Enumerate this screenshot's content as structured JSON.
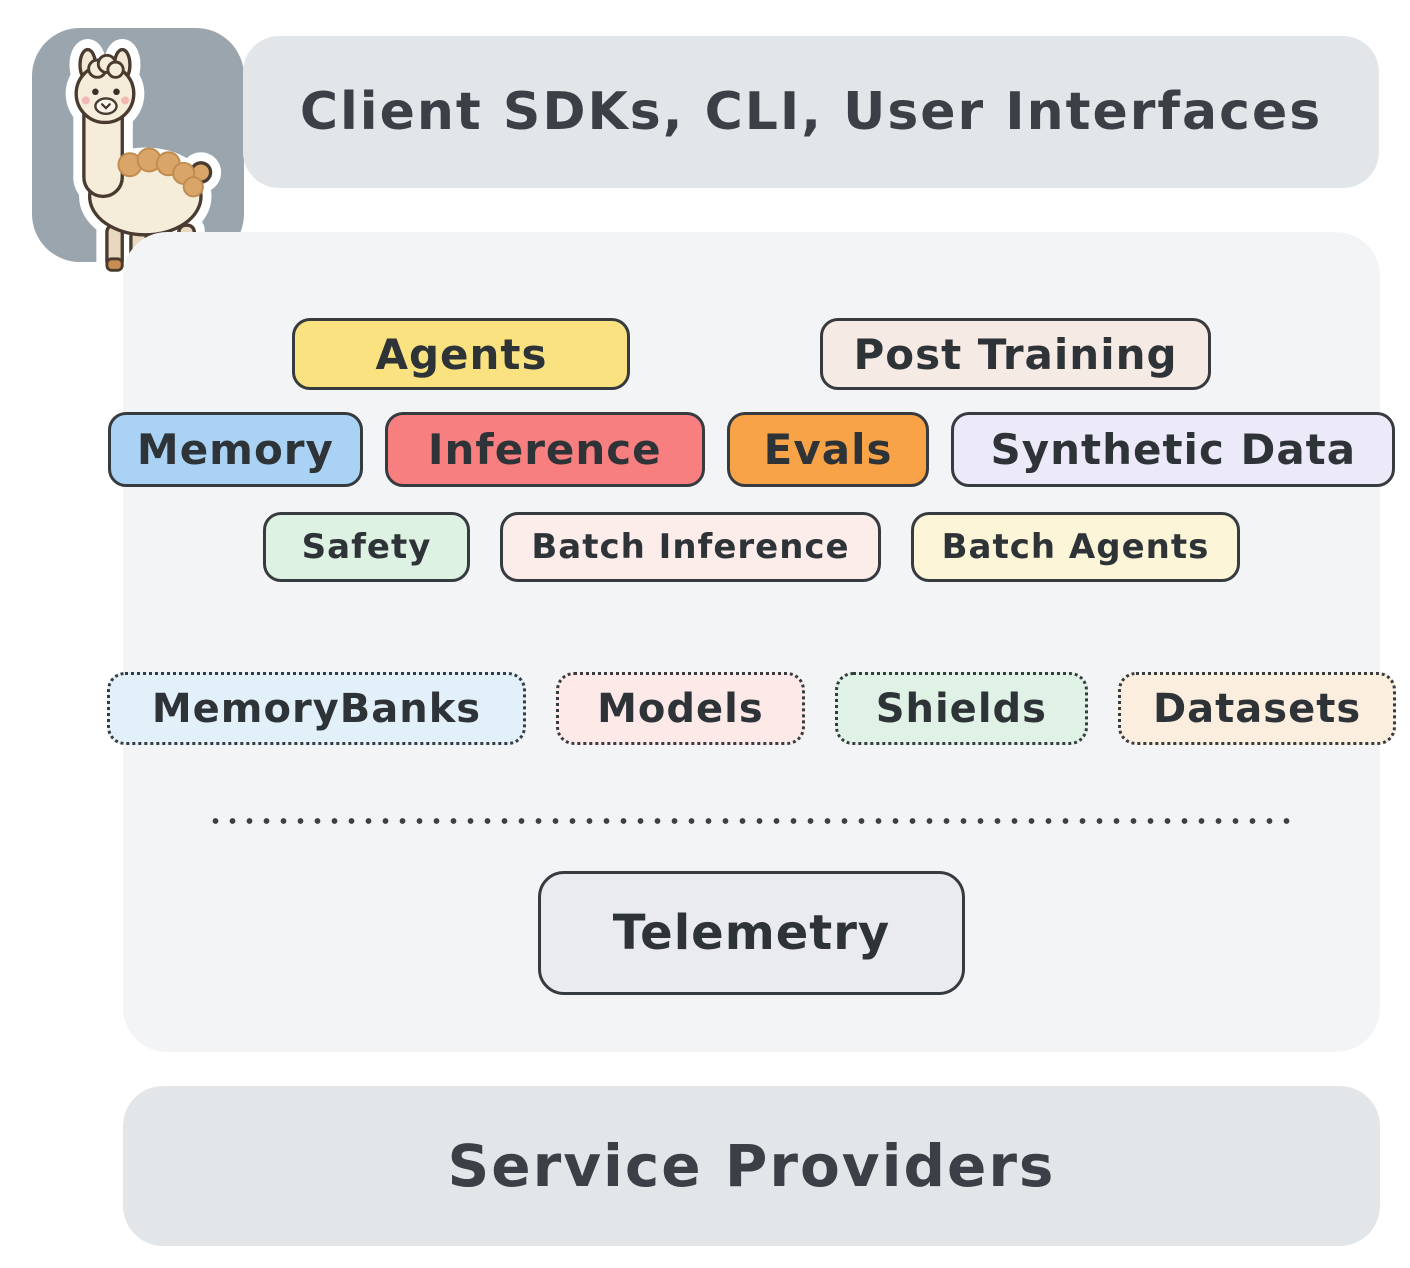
{
  "client_layer": {
    "title": "Client SDKs, CLI, User Interfaces"
  },
  "providers_layer": {
    "title": "Service Providers"
  },
  "api_rows": [
    {
      "items": [
        {
          "label": "Agents",
          "bg": "#F9E27F"
        },
        {
          "label": "Post Training",
          "bg": "#F6EAE4"
        }
      ]
    },
    {
      "items": [
        {
          "label": "Memory",
          "bg": "#A9D2F4"
        },
        {
          "label": "Inference",
          "bg": "#F77F7F"
        },
        {
          "label": "Evals",
          "bg": "#F8A347"
        },
        {
          "label": "Synthetic Data",
          "bg": "#ECEAF9"
        }
      ]
    },
    {
      "items": [
        {
          "label": "Safety",
          "bg": "#DDF2E3"
        },
        {
          "label": "Batch Inference",
          "bg": "#FCECEA"
        },
        {
          "label": "Batch Agents",
          "bg": "#FCF5D8"
        }
      ]
    }
  ],
  "resources": [
    {
      "label": "MemoryBanks",
      "bg": "#E2F0FA"
    },
    {
      "label": "Models",
      "bg": "#FCE9E8"
    },
    {
      "label": "Shields",
      "bg": "#DFF2E5"
    },
    {
      "label": "Datasets",
      "bg": "#FCEEDE"
    }
  ],
  "telemetry": {
    "label": "Telemetry",
    "bg": "#E9EBEE"
  },
  "logo": {
    "name": "llama-mascot"
  },
  "colors": {
    "layer_bg": "#E3E6E9",
    "panel_bg": "#F3F4F6",
    "border": "#363B40",
    "text": "#2E3338",
    "logo_tile_bg": "#9AA5AE"
  }
}
